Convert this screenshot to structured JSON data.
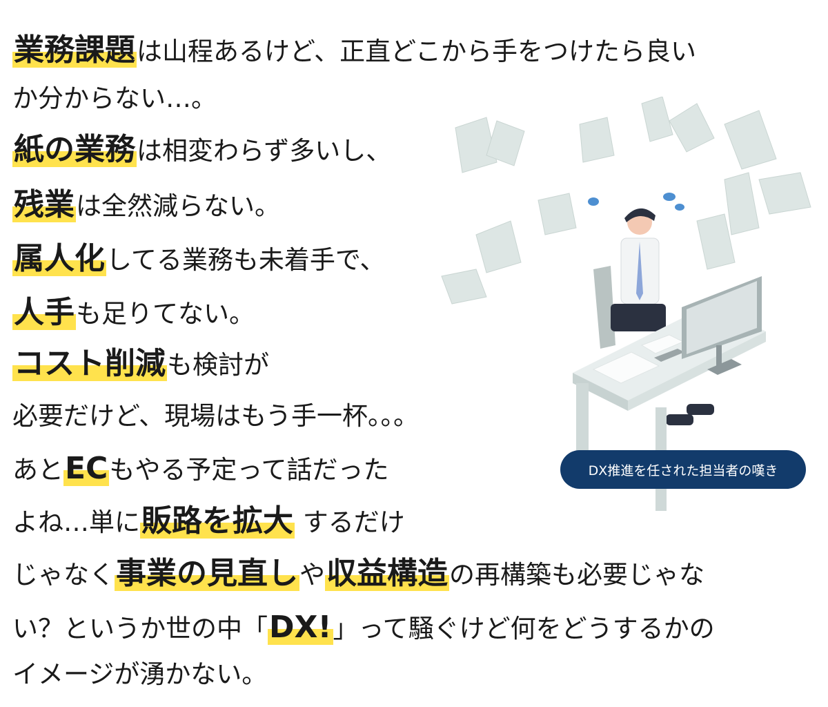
{
  "lines": [
    [
      {
        "t": "業務課題",
        "h": true
      },
      {
        "t": "は山程あるけど、正直どこから手をつけたら良い",
        "h": false
      }
    ],
    [
      {
        "t": "か分からない…。",
        "h": false
      }
    ],
    [
      {
        "t": "紙の業務",
        "h": true
      },
      {
        "t": "は相変わらず多いし、",
        "h": false
      }
    ],
    [
      {
        "t": "残業",
        "h": true
      },
      {
        "t": "は全然減らない。",
        "h": false
      }
    ],
    [
      {
        "t": "属人化",
        "h": true
      },
      {
        "t": "してる業務も未着手で、",
        "h": false
      }
    ],
    [
      {
        "t": "人手",
        "h": true
      },
      {
        "t": "も足りてない。",
        "h": false
      }
    ],
    [
      {
        "t": "コスト削減",
        "h": true
      },
      {
        "t": "も検討が",
        "h": false
      }
    ],
    [
      {
        "t": "必要だけど、現場はもう手一杯。。。",
        "h": false
      }
    ],
    [
      {
        "t": "あと",
        "h": false
      },
      {
        "t": "EC",
        "h": true
      },
      {
        "t": "もやる予定って話だった",
        "h": false
      }
    ],
    [
      {
        "t": "よね…単に",
        "h": false
      },
      {
        "t": "販路を拡大",
        "h": true
      },
      {
        "t": " するだけ",
        "h": false
      }
    ],
    [
      {
        "t": "じゃなく",
        "h": false
      },
      {
        "t": "事業の見直し",
        "h": true
      },
      {
        "t": "や",
        "h": false
      },
      {
        "t": "収益構造",
        "h": true
      },
      {
        "t": "の再構築も必要じゃな",
        "h": false
      }
    ],
    [
      {
        "t": "い？というか世の中「",
        "h": false
      },
      {
        "t": "DX!",
        "h": true
      },
      {
        "t": "」って騒ぐけど何をどうするかの",
        "h": false
      }
    ],
    [
      {
        "t": "イメージが湧かない。",
        "h": false
      }
    ]
  ],
  "caption": "DX推進を任された担当者の嘆き",
  "colors": {
    "highlight": "#ffe24d",
    "caption_bg": "#123b6b"
  }
}
